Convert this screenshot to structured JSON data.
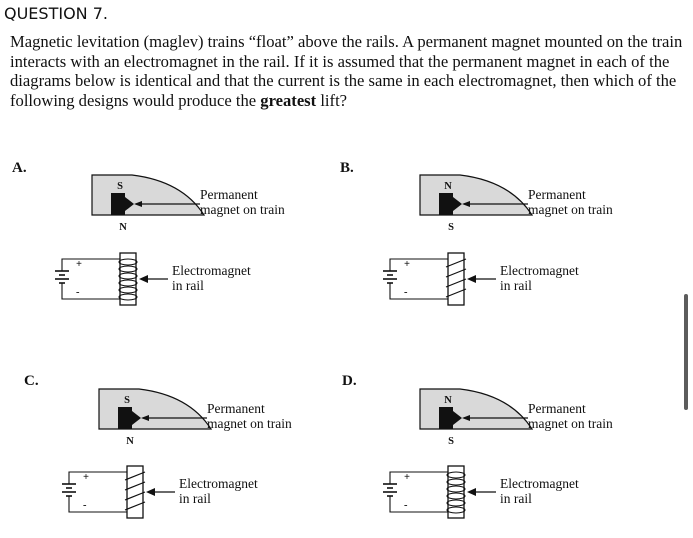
{
  "heading": "QUESTION 7.",
  "question": {
    "text_before": "Magnetic levitation (maglev) trains “float” above the rails.  A permanent magnet mounted on the train interacts with an electromagnet in the rail.  If it is assumed that the permanent magnet in each of the diagrams below is identical and that the current is the same in each electromagnet, then which of the following designs would produce the ",
    "emphasis": "greatest",
    "text_after": " lift?"
  },
  "options": [
    {
      "letter": "A.",
      "top_pole": "S",
      "bottom_pole": "N",
      "magnet_label_1": "Permanent",
      "magnet_label_2": "magnet on train",
      "electro_label_1": "Electromagnet",
      "electro_label_2": "in rail",
      "coil_style": "front-loops"
    },
    {
      "letter": "B.",
      "top_pole": "N",
      "bottom_pole": "S",
      "magnet_label_1": "Permanent",
      "magnet_label_2": "magnet on train",
      "electro_label_1": "Electromagnet",
      "electro_label_2": "in rail",
      "coil_style": "helix"
    },
    {
      "letter": "C.",
      "top_pole": "S",
      "bottom_pole": "N",
      "magnet_label_1": "Permanent",
      "magnet_label_2": "magnet on train",
      "electro_label_1": "Electromagnet",
      "electro_label_2": "in rail",
      "coil_style": "helix"
    },
    {
      "letter": "D.",
      "top_pole": "N",
      "bottom_pole": "S",
      "magnet_label_1": "Permanent",
      "magnet_label_2": "magnet on train",
      "electro_label_1": "Electromagnet",
      "electro_label_2": "in rail",
      "coil_style": "front-loops"
    }
  ],
  "battery_plus": "+",
  "battery_minus": "-",
  "colors": {
    "magnet_body": "#d9d9d9",
    "magnet_core": "#111111",
    "ink": "#111111",
    "scrollbar": "#5c5c5c"
  }
}
